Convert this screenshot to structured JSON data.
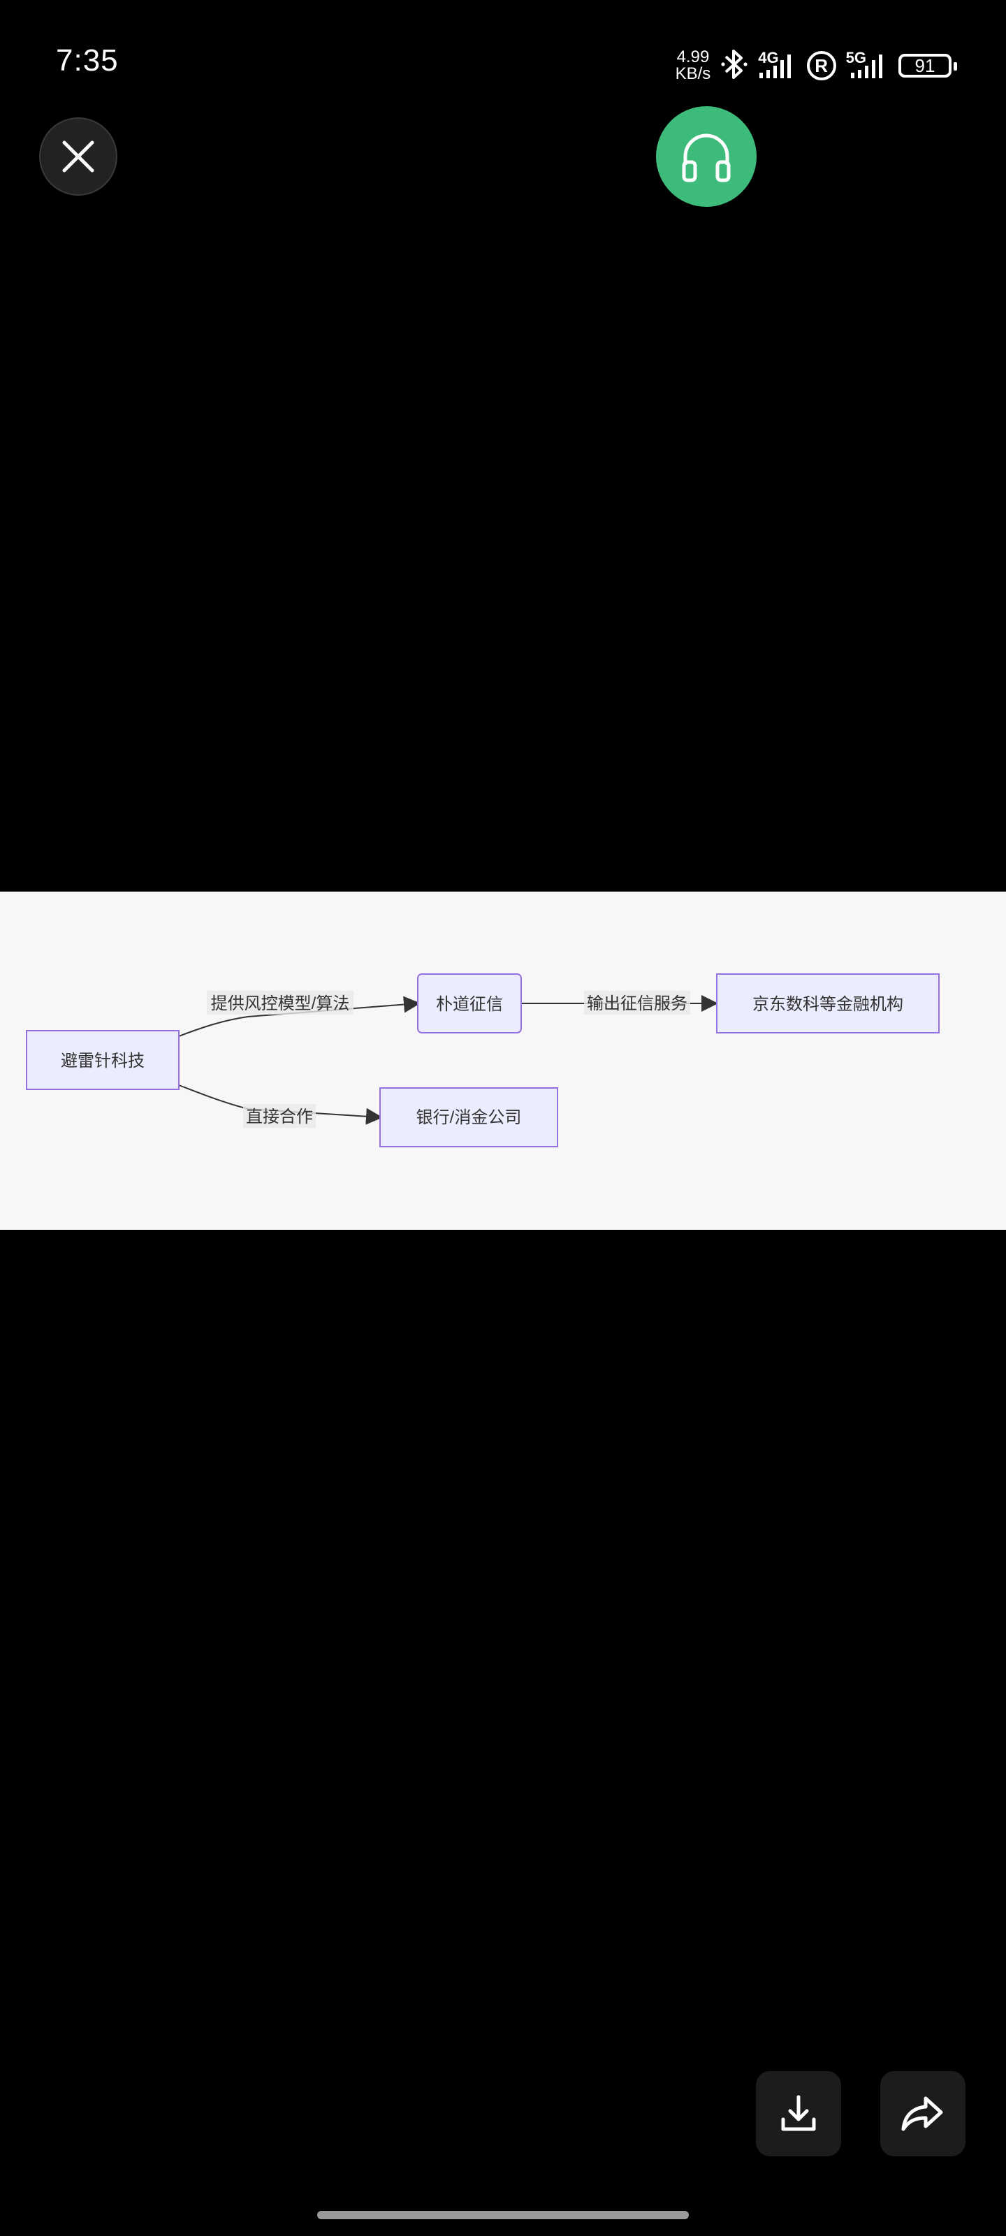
{
  "status_bar": {
    "time": "7:35",
    "net_speed_value": "4.99",
    "net_speed_unit": "KB/s",
    "network_1": "4G",
    "network_2": "5G",
    "roaming_badge": "R",
    "battery": "91"
  },
  "toolbar": {
    "close_icon": "close-icon",
    "audio_icon": "headphones-icon",
    "audio_color": "#3dbb7a"
  },
  "diagram": {
    "nodes": {
      "source": "避雷针科技",
      "credit": "朴道征信",
      "jd": "京东数科等金融机构",
      "bank": "银行/消金公司"
    },
    "edges": {
      "source_to_credit": "提供风控模型/算法",
      "credit_to_jd": "输出征信服务",
      "source_to_bank": "直接合作"
    },
    "node_fill": "#ececff",
    "node_stroke": "#9370db"
  },
  "actions": {
    "download_icon": "download-icon",
    "share_icon": "share-icon"
  }
}
